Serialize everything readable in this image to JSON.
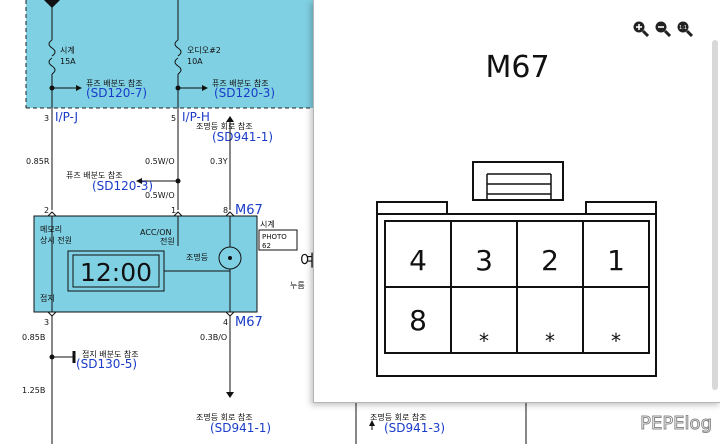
{
  "diagram": {
    "fuse_left_name": "시계",
    "fuse_left_amp": "15A",
    "fuse_right_name": "오디오#2",
    "fuse_right_amp": "10A",
    "fuse_dist_label_1": "퓨즈 배분도 참조",
    "fuse_dist_ref_1": "(SD120-7)",
    "fuse_dist_label_2": "퓨즈 배분도 참조",
    "fuse_dist_ref_2": "(SD120-3)",
    "pin_left_top": "3",
    "conn_left_top": "I/P-J",
    "pin_right_top": "5",
    "conn_right_top": "I/P-H",
    "illum_label_top": "조명등 회로 참조",
    "illum_ref_top": "(SD941-1)",
    "wire_left_top": "0.85R",
    "wire_mid_1": "0.5W/O",
    "wire_mid_2": "0.5W/O",
    "wire_right_top": "0.3Y",
    "fuse_dist_label_3": "퓨즈 배분도 참조",
    "fuse_dist_ref_3": "(SD120-3)",
    "pin_m67_left": "2",
    "pin_m67_mid": "1",
    "pin_m67_right": "8",
    "m67_top": "M67",
    "clock_label": "시계",
    "photo_label": "PHOTO",
    "photo_num": "62",
    "memory_label_1": "메모리",
    "memory_label_2": "상시 전원",
    "accon_label_1": "ACC/ON",
    "accon_label_2": "전원",
    "clock_display": "12:00",
    "lamp_label": "조명등",
    "ground_label": "접지",
    "side_text": "여",
    "side_text_2": "누름",
    "pin_bottom_left": "3",
    "pin_bottom_right": "4",
    "m67_bottom": "M67",
    "wire_left_bottom": "0.85B",
    "wire_right_bottom": "0.3B/O",
    "ground_dist_label": "접지 배분도 참조",
    "ground_dist_ref": "(SD130-5)",
    "wire_left_lowest": "1.25B",
    "illum_label_bottom_1": "조명등 회로 참조",
    "illum_ref_bottom_1": "(SD941-1)",
    "illum_label_bottom_2": "조명등 회로 참조",
    "illum_ref_bottom_2": "(SD941-3)"
  },
  "popup": {
    "title": "M67",
    "zoom_in_icon": "zoom-in-icon",
    "zoom_out_icon": "zoom-out-icon",
    "zoom_reset_icon": "zoom-reset-icon",
    "zoom_reset_glyph": "1:1",
    "pins_top": [
      "4",
      "3",
      "2",
      "1"
    ],
    "pins_bottom": [
      "8",
      "*",
      "*",
      "*"
    ]
  },
  "watermark": "PEPElog",
  "colors": {
    "box_fill": "#7fd0e3",
    "link": "#1a3cc8"
  }
}
